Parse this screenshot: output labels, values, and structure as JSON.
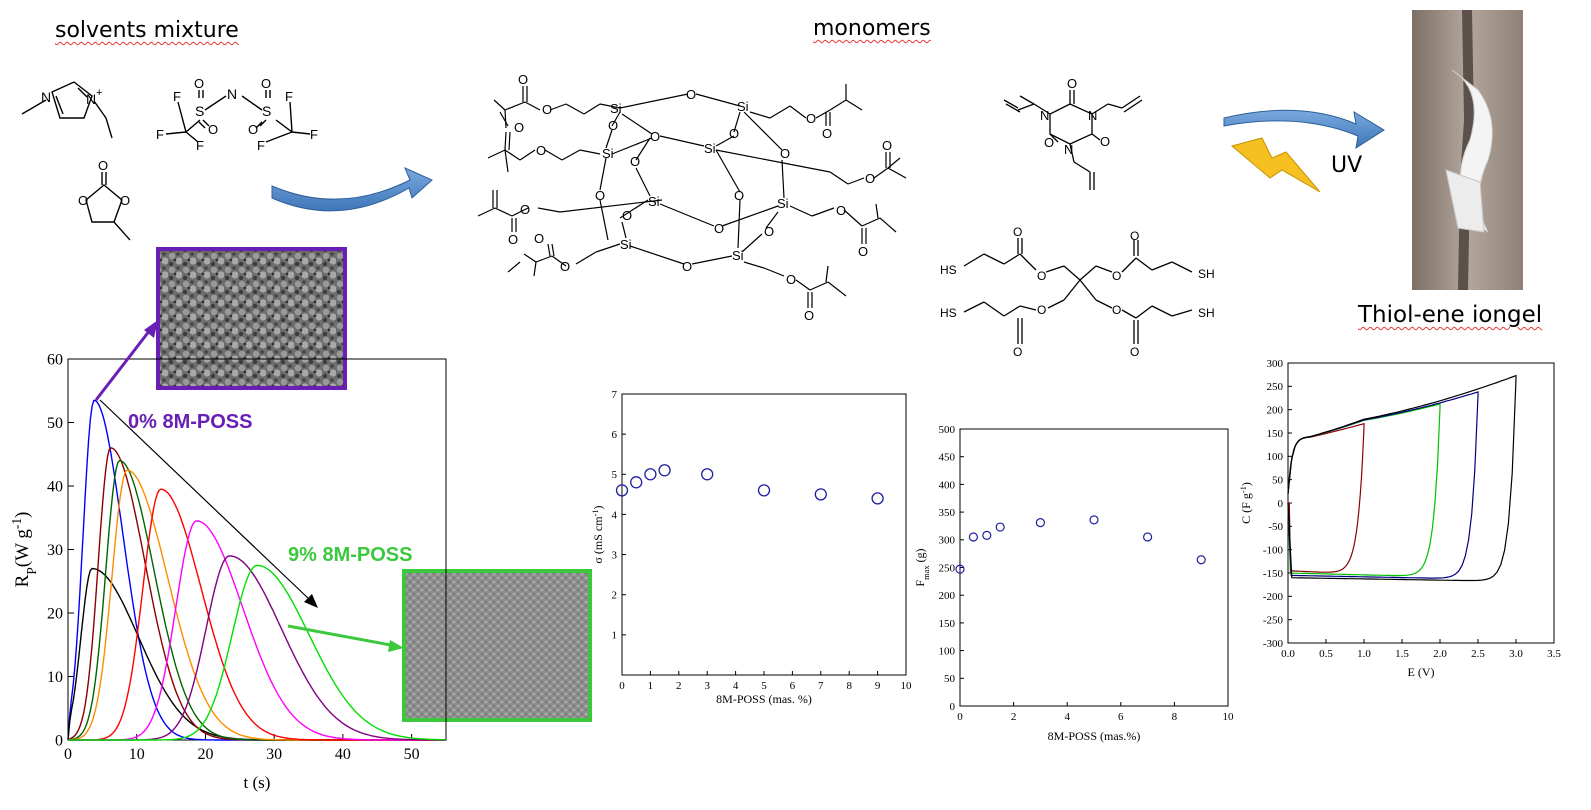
{
  "headings": {
    "solvents": "solvents mixture",
    "monomers": "monomers",
    "iongel": "Thiol-ene iongel",
    "uv": "UV"
  },
  "labels": {
    "pct0": "0% 8M-POSS",
    "pct9": "9% 8M-POSS",
    "si": "Si",
    "o": "O",
    "n": "N",
    "f": "F",
    "s": "S",
    "sh": "SH",
    "hs": "HS",
    "plus": "+"
  },
  "colors": {
    "purple": "#6a1fb4",
    "green": "#3cc83c",
    "arrow_blue": "#4a86c8",
    "lightning": "#f6c020",
    "marker_blue": "#1f1fa0",
    "wavy_underline": "#e53935"
  },
  "chart_data": [
    {
      "type": "line",
      "xlabel": "t (s)",
      "ylabel": "R",
      "ylabel_sub": "P",
      "ylabel_unit": "(W g",
      "ylabel_sup": "-1",
      "ylabel_close": ")",
      "xlim": [
        0,
        55
      ],
      "ylim": [
        0,
        60
      ],
      "xticks": [
        0,
        10,
        20,
        30,
        40,
        50
      ],
      "yticks": [
        0,
        10,
        20,
        30,
        40,
        50,
        60
      ],
      "series": [
        {
          "color": "#0000ff",
          "peak_t": 3.8,
          "peak": 53.5,
          "width": 1.6,
          "tail": 5
        },
        {
          "color": "#000000",
          "peak_t": 3.5,
          "peak": 27,
          "width": 1.6,
          "tail": 8
        },
        {
          "color": "#8b0000",
          "peak_t": 6.2,
          "peak": 46,
          "width": 1.8,
          "tail": 6
        },
        {
          "color": "#006400",
          "peak_t": 7.5,
          "peak": 44,
          "width": 2.0,
          "tail": 6
        },
        {
          "color": "#ff8c00",
          "peak_t": 8.6,
          "peak": 42.5,
          "width": 2.2,
          "tail": 7
        },
        {
          "color": "#ff0000",
          "peak_t": 13.5,
          "peak": 39.5,
          "width": 2.6,
          "tail": 7
        },
        {
          "color": "#ff00ff",
          "peak_t": 18.7,
          "peak": 34.5,
          "width": 3.0,
          "tail": 8
        },
        {
          "color": "#800080",
          "peak_t": 23.5,
          "peak": 29,
          "width": 3.4,
          "tail": 9
        },
        {
          "color": "#00e000",
          "peak_t": 27.5,
          "peak": 27.5,
          "width": 3.6,
          "tail": 9
        }
      ]
    },
    {
      "type": "scatter",
      "xlabel": "8M-POSS (mas. %)",
      "ylabel": "σ (mS cm",
      "ylabel_sup": "-1",
      "ylabel_close": ")",
      "xlim": [
        0,
        10
      ],
      "ylim": [
        0,
        7
      ],
      "xticks": [
        0,
        1,
        2,
        3,
        4,
        5,
        6,
        7,
        8,
        9,
        10
      ],
      "yticks": [
        1,
        2,
        3,
        4,
        5,
        6,
        7
      ],
      "x": [
        0,
        0.5,
        1,
        1.5,
        3,
        5,
        7,
        9
      ],
      "y": [
        4.6,
        4.8,
        5.0,
        5.1,
        5.0,
        4.6,
        4.5,
        4.4
      ]
    },
    {
      "type": "scatter",
      "xlabel": "8M-POSS (mas.%)",
      "ylabel": "F",
      "ylabel_sub": "max",
      "ylabel_unit": " (g)",
      "xlim": [
        0,
        10
      ],
      "ylim": [
        0,
        500
      ],
      "xticks": [
        0,
        2,
        4,
        6,
        8,
        10
      ],
      "yticks": [
        0,
        50,
        100,
        150,
        200,
        250,
        300,
        350,
        400,
        450,
        500
      ],
      "x": [
        0,
        0.5,
        1,
        1.5,
        3,
        5,
        7,
        9
      ],
      "y": [
        247,
        305,
        308,
        323,
        331,
        336,
        305,
        264
      ]
    },
    {
      "type": "line",
      "xlabel": "E (V)",
      "ylabel": "C (F g",
      "ylabel_sup": "-1",
      "ylabel_close": ")",
      "xlim": [
        0,
        3.5
      ],
      "ylim": [
        -300,
        300
      ],
      "xticks": [
        0.0,
        0.5,
        1.0,
        1.5,
        2.0,
        2.5,
        3.0,
        3.5
      ],
      "yticks": [
        -300,
        -250,
        -200,
        -150,
        -100,
        -50,
        0,
        50,
        100,
        150,
        200,
        250,
        300
      ],
      "series": [
        {
          "color": "#8b0000",
          "vmax": 1.0,
          "top_end": 170,
          "bottom": -145
        },
        {
          "color": "#00c000",
          "vmax": 2.0,
          "top_end": 212,
          "bottom": -150
        },
        {
          "color": "#000080",
          "vmax": 2.5,
          "top_end": 238,
          "bottom": -155
        },
        {
          "color": "#000000",
          "vmax": 3.0,
          "top_end": 273,
          "bottom": -160
        }
      ]
    }
  ]
}
